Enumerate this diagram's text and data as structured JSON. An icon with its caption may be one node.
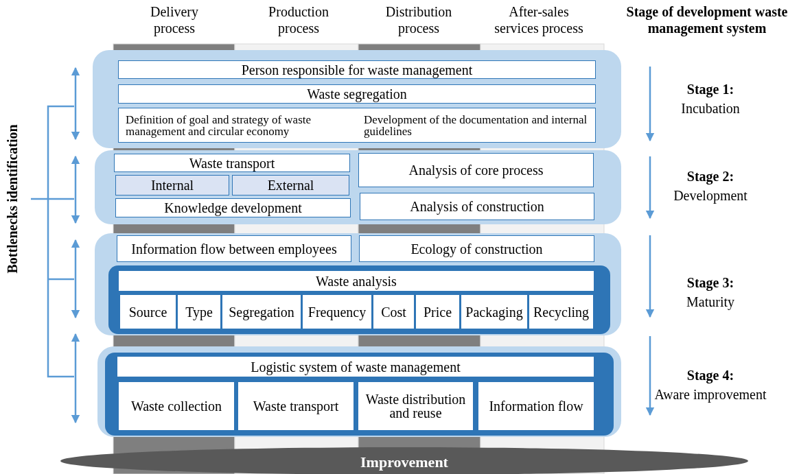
{
  "diagram": {
    "nodes": [
      {
        "text": [],
        "shape": "box"
      },
      {
        "text": [
          "Person responsible for waste management"
        ],
        "in": 0
      },
      {
        "text": [
          "Waste segregation"
        ],
        "in": 0
      },
      {
        "text": [
          "Definition of goal and strategy of waste management and circular economy",
          "Development of the documentation and internal guidelines"
        ],
        "in": 0
      },
      {
        "text": [],
        "shape": "box"
      },
      {
        "text": [
          "Waste transport"
        ],
        "in": 4
      },
      {
        "text": [
          "Internal"
        ],
        "in": 4
      },
      {
        "text": [
          "External"
        ],
        "in": 4
      },
      {
        "text": [
          "Knowledge development"
        ],
        "in": 4
      },
      {
        "text": [
          "Analysis of core process"
        ],
        "in": 4
      },
      {
        "text": [
          "Analysis of construction"
        ],
        "in": 4
      },
      {
        "text": [],
        "shape": "box"
      },
      {
        "text": [
          "Information flow between employees"
        ],
        "in": 11
      },
      {
        "text": [
          "Ecology of construction"
        ],
        "in": 11
      },
      {
        "text": [],
        "shape": "box",
        "in": 11
      },
      {
        "text": [
          "Waste analysis"
        ],
        "in": 14
      },
      {
        "text": [
          "Source"
        ],
        "in": 14
      },
      {
        "text": [
          "Type"
        ],
        "in": 14
      },
      {
        "text": [
          "Segregation"
        ],
        "in": 14
      },
      {
        "text": [
          "Frequency"
        ],
        "in": 14
      },
      {
        "text": [
          "Cost"
        ],
        "in": 14
      },
      {
        "text": [
          "Price"
        ],
        "in": 14
      },
      {
        "text": [
          "Packaging"
        ],
        "in": 14
      },
      {
        "text": [
          "Recycling"
        ],
        "in": 14
      },
      {
        "text": [],
        "shape": "box"
      },
      {
        "text": [],
        "shape": "box",
        "in": 24
      },
      {
        "text": [
          "Logistic system of waste management"
        ],
        "in": 25
      },
      {
        "text": [
          "Waste collection"
        ],
        "in": 25
      },
      {
        "text": [
          "Waste transport"
        ],
        "in": 25
      },
      {
        "text": [
          "Waste distribution and reuse"
        ],
        "in": 25
      },
      {
        "text": [
          "Information flow"
        ],
        "in": 25
      },
      {
        "text": [
          "Improvement"
        ]
      }
    ],
    "labels": [
      "Delivery process",
      "Production process",
      "Distribution process",
      "After-sales services process",
      "Stage of development waste management system",
      "Bottlenecks identification",
      "Stage 1:",
      "Incubation",
      "Stage 2:",
      "Development",
      "Stage 3:",
      "Maturity",
      "Stage 4:",
      "Aware improvement"
    ]
  }
}
